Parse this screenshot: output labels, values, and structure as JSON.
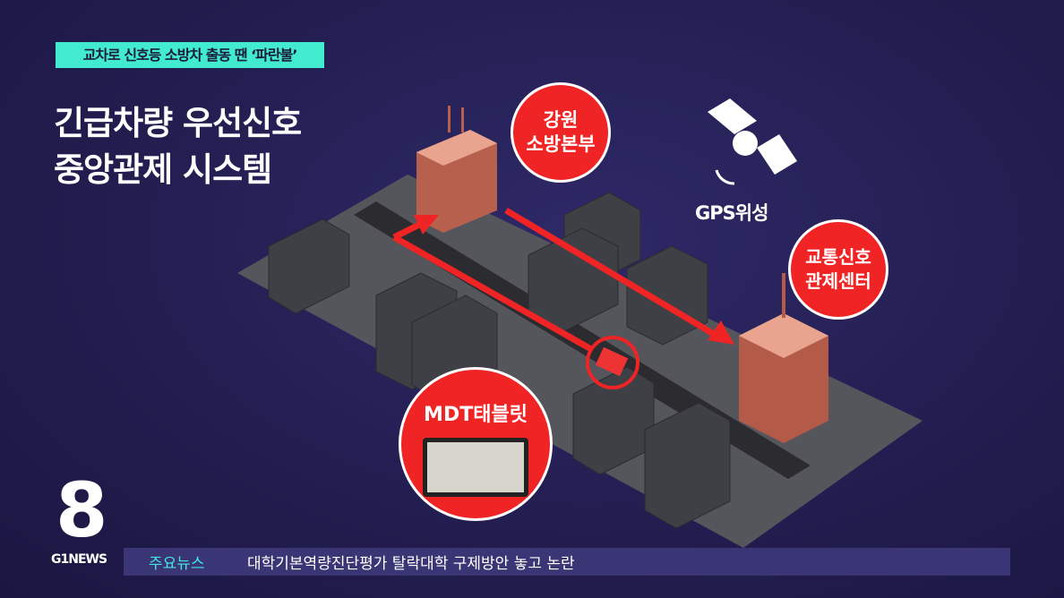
{
  "headline_tag": "교차로 신호등 소방차 출동 땐 ‘파란불’",
  "title": {
    "line1": "긴급차량 우선신호",
    "line2": "중앙관제 시스템"
  },
  "labels": {
    "fire_hq": {
      "line1": "강원",
      "line2": "소방본부"
    },
    "traffic_center": {
      "line1": "교통신호",
      "line2": "관제센터"
    },
    "mdt": "MDT태블릿",
    "gps": "GPS위성"
  },
  "logo": {
    "channel": "8",
    "brand": "G1NEWS"
  },
  "ticker": {
    "label": "주요뉴스",
    "text": "대학기본역량진단평가 탈락대학 구제방안 놓고 논란"
  },
  "colors": {
    "accent_red": "#f02424",
    "tag_teal": "#42ead0",
    "ticker_cyan": "#45e6e0"
  }
}
